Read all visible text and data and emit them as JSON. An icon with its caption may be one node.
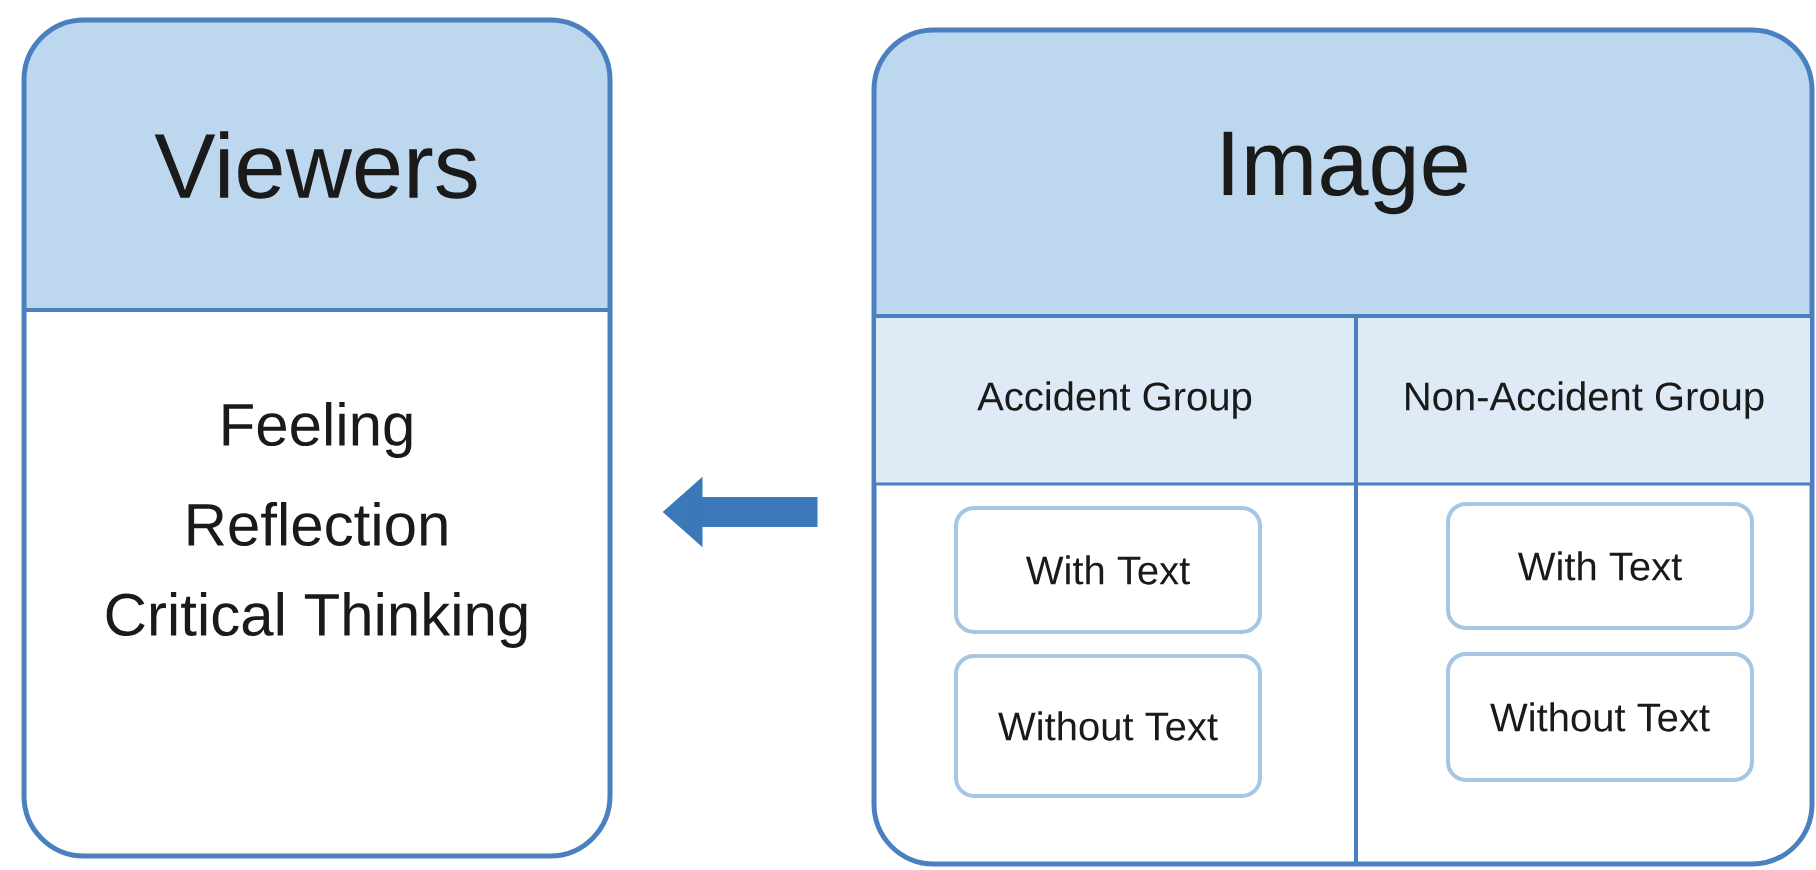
{
  "diagram": {
    "nodes": [
      {
        "text": [
          "Viewers",
          "Feeling",
          "Reflection",
          "Critical Thinking"
        ]
      },
      {
        "text": [
          "Image"
        ]
      },
      {
        "text": [
          "Accident Group"
        ],
        "in": 1
      },
      {
        "text": [
          "Non-Accident Group"
        ],
        "in": 1
      },
      {
        "text": [
          "With Text"
        ],
        "in": 2
      },
      {
        "text": [
          "Without Text"
        ],
        "in": 2
      },
      {
        "text": [
          "With Text"
        ],
        "in": 3
      },
      {
        "text": [
          "Without Text"
        ],
        "in": 3
      }
    ],
    "edges": [
      {
        "from": 1,
        "to": 0,
        "arrow": "to",
        "color": "#3a78b8"
      }
    ]
  }
}
